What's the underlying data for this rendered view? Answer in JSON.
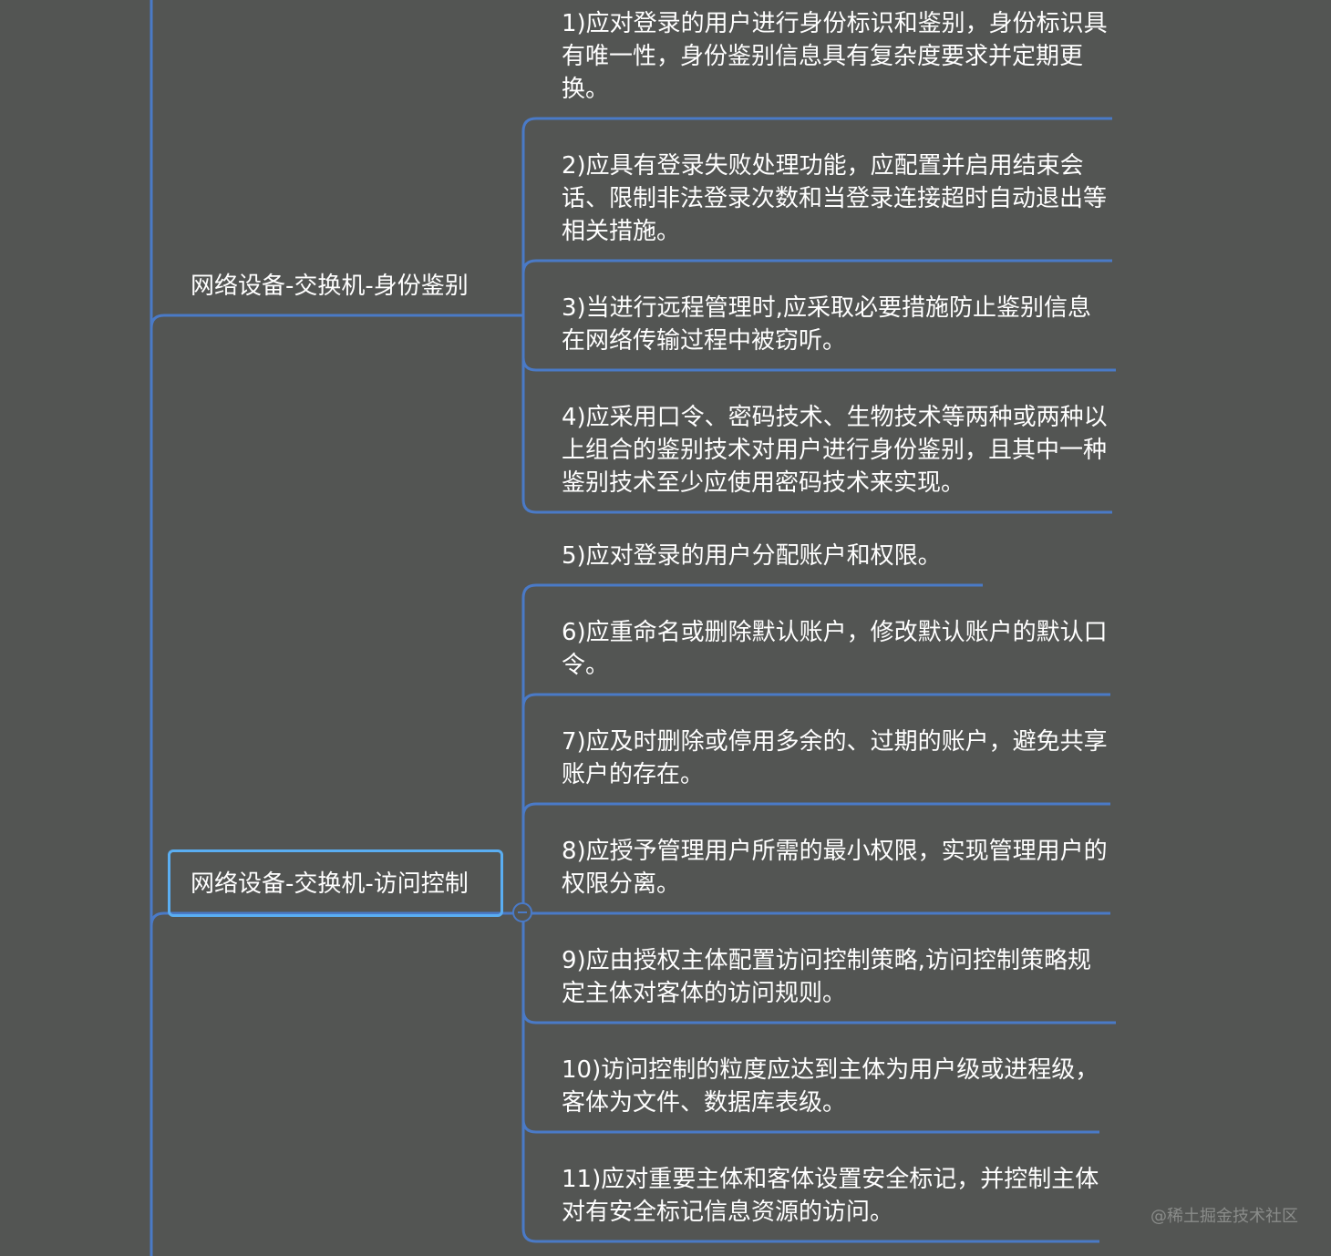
{
  "colors": {
    "background": "#535553",
    "connector": "#4a7ac7",
    "selected_border": "#5aaef2",
    "text": "#ffffff"
  },
  "branches": [
    {
      "label": "网络设备-交换机-身份鉴别",
      "items": [
        "1)应对登录的用户进行身份标识和鉴别，身份标识具有唯一性，身份鉴别信息具有复杂度要求并定期更换。",
        "2)应具有登录失败处理功能，应配置并启用结束会话、限制非法登录次数和当登录连接超时自动退出等相关措施。",
        "3)当进行远程管理时,应采取必要措施防止鉴别信息在网络传输过程中被窃听。",
        "4)应采用口令、密码技术、生物技术等两种或两种以上组合的鉴别技术对用户进行身份鉴别，且其中一种鉴别技术至少应使用密码技术来实现。"
      ]
    },
    {
      "label": "网络设备-交换机-访问控制",
      "selected": true,
      "items": [
        "5)应对登录的用户分配账户和权限。",
        "6)应重命名或删除默认账户，修改默认账户的默认口令。",
        "7)应及时删除或停用多余的、过期的账户，避免共享账户的存在。",
        "8)应授予管理用户所需的最小权限，实现管理用户的权限分离。",
        "9)应由授权主体配置访问控制策略,访问控制策略规定主体对客体的访问规则。",
        "10)访问控制的粒度应达到主体为用户级或进程级，客体为文件、数据库表级。",
        "11)应对重要主体和客体设置安全标记，并控制主体对有安全标记信息资源的访问。"
      ]
    }
  ],
  "collapse_icon": "minus-circle-icon",
  "watermark": "@稀土掘金技术社区"
}
